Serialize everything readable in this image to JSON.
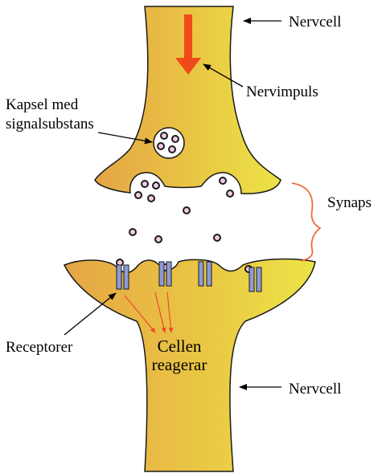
{
  "labels": {
    "nervcell_top": "Nervcell",
    "nervimpuls": "Nervimpuls",
    "kapsel_line1": "Kapsel med",
    "kapsel_line2": "signalsubstans",
    "synaps": "Synaps",
    "receptorer": "Receptorer",
    "cellen_line1": "Cellen",
    "cellen_line2": "reagerar",
    "nervcell_bottom": "Nervcell"
  },
  "colors": {
    "cell_fill_light": "#ecdd45",
    "cell_fill_dark": "#e3a445",
    "outline": "#1a1a1a",
    "impulse_arrow": "#f04a1a",
    "synapse_brace": "#f06a3a",
    "receptor": "#8f9bd6",
    "vesicle_dot": "#f2c9e6",
    "reaction_arrows": "#f04a2a"
  }
}
